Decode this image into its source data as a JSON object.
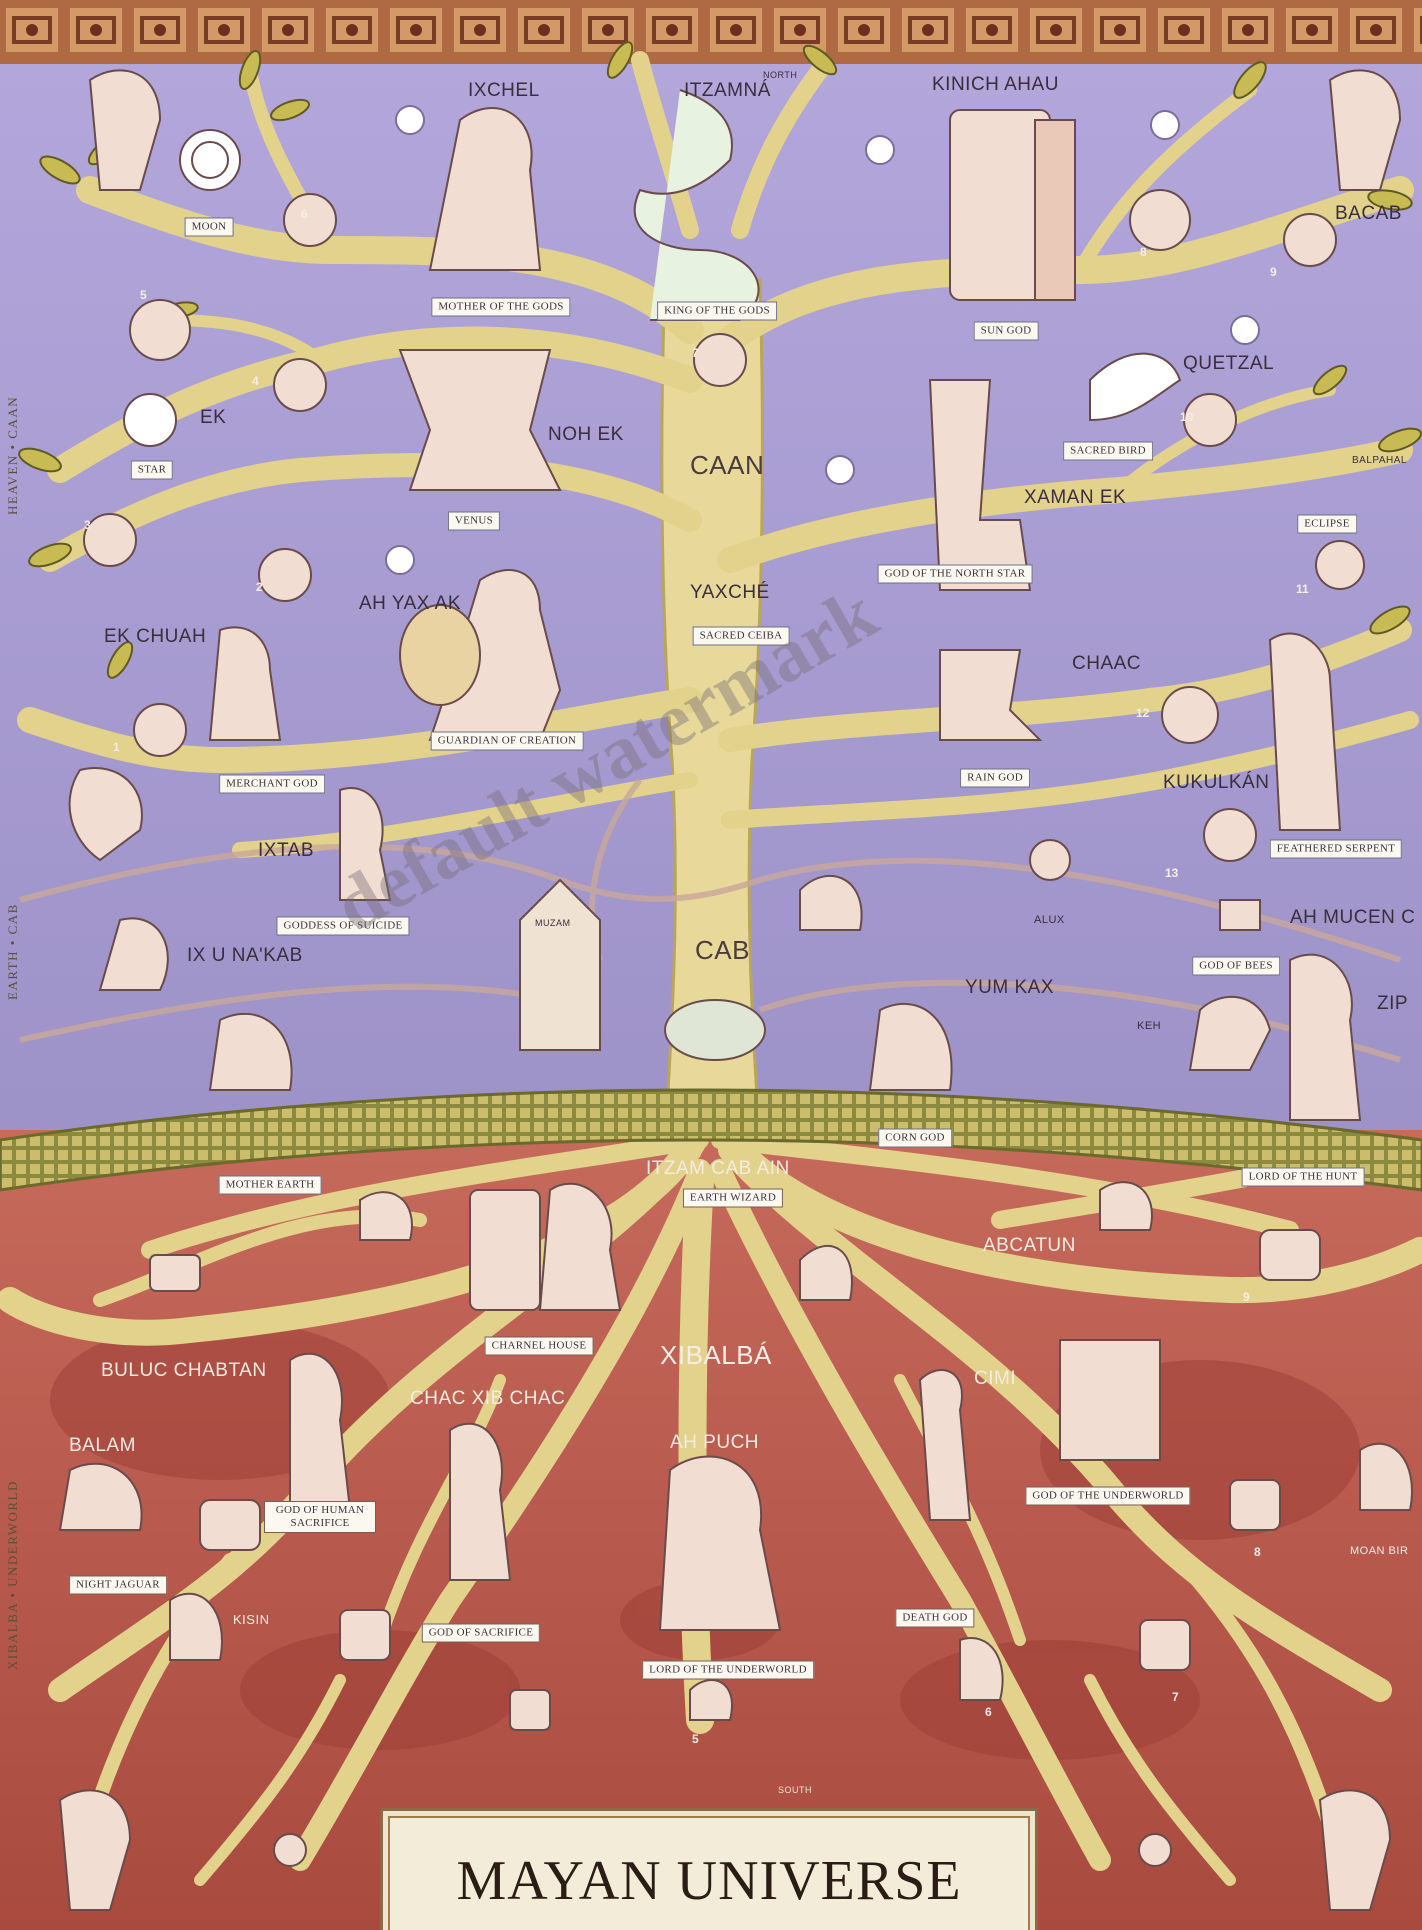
{
  "title": "MAYAN UNIVERSE",
  "watermark": "default watermark",
  "side_labels": [
    "HEAVEN • CAAN",
    "EARTH • CAB",
    "XIBALBA • UNDERWORLD"
  ],
  "compass": {
    "north": "NORTH",
    "south": "SOUTH"
  },
  "realms": {
    "heaven": "CAAN",
    "tree": "YAXCHÉ",
    "earth": "CAB",
    "underworld": "XIBALBÁ"
  },
  "heaven": {
    "ixchel": {
      "name": "IXCHEL",
      "label": "MOTHER OF THE GODS"
    },
    "itzamna": {
      "name": "ITZAMNÁ",
      "label": "KING OF THE GODS"
    },
    "kinich_ahau": {
      "name": "KINICH AHAU",
      "label": "SUN GOD"
    },
    "moon": {
      "label": "MOON"
    },
    "bacab": {
      "name": "BACAB"
    },
    "ek": {
      "name": "EK",
      "label": "STAR"
    },
    "noh_ek": {
      "name": "NOH EK",
      "label": "VENUS"
    },
    "quetzal": {
      "name": "QUETZAL",
      "label": "SACRED BIRD"
    },
    "balpahal": {
      "name": "BALPAHAL",
      "label": "ECLIPSE"
    },
    "xaman_ek": {
      "name": "XAMAN EK",
      "label": "GOD OF THE NORTH STAR"
    },
    "yaxche": {
      "label": "SACRED CEIBA"
    },
    "ah_yax_ak": {
      "name": "AH YAX AK",
      "label": "GUARDIAN OF CREATION"
    },
    "ek_chuah": {
      "name": "EK CHUAH",
      "label": "MERCHANT GOD"
    },
    "chaac": {
      "name": "CHAAC",
      "label": "RAIN GOD"
    },
    "kukulkan": {
      "name": "KUKULKÁN",
      "label": "FEATHERED SERPENT"
    }
  },
  "earth": {
    "ixtab": {
      "name": "IXTAB",
      "label": "GODDESS OF SUICIDE"
    },
    "muzam": {
      "name": "MUZAM"
    },
    "alux": {
      "name": "ALUX"
    },
    "ah_mucen_cab": {
      "name": "AH MUCEN C",
      "label": "GOD OF BEES"
    },
    "ix_u_nakab": {
      "name": "IX U NA'KAB",
      "label": "MOTHER EARTH"
    },
    "yum_kax": {
      "name": "YUM KAX",
      "label": "CORN GOD"
    },
    "keh": {
      "name": "KEH"
    },
    "zip": {
      "name": "ZIP",
      "label": "LORD OF THE HUNT"
    },
    "itzam_cab_ain": {
      "name": "ITZAM CAB AIN",
      "label": "EARTH WIZARD"
    }
  },
  "underworld": {
    "charnel": {
      "label": "CHARNEL HOUSE"
    },
    "abcatun": {
      "name": "ABCATUN"
    },
    "buluc_chabtan": {
      "name": "BULUC CHABTAN",
      "label": "GOD OF HUMAN SACRIFICE"
    },
    "chac_xib_chac": {
      "name": "CHAC XIB CHAC"
    },
    "cimi": {
      "name": "CIMI",
      "label": "GOD OF THE UNDERWORLD"
    },
    "balam": {
      "name": "BALAM",
      "label": "NIGHT JAGUAR"
    },
    "ah_puch": {
      "name": "AH PUCH",
      "label": "LORD OF THE UNDERWORLD"
    },
    "kisin": {
      "name": "KISIN",
      "label": "GOD OF SACRIFICE"
    },
    "death_god": {
      "label": "DEATH GOD"
    },
    "moan": {
      "name": "MOAN BIR"
    }
  },
  "level_numbers_heaven": [
    "1",
    "2",
    "3",
    "4",
    "5",
    "6",
    "7",
    "8",
    "9",
    "10",
    "11",
    "12",
    "13"
  ],
  "level_numbers_underworld": [
    "5",
    "6",
    "7",
    "8",
    "9"
  ],
  "colors": {
    "heaven": "#a59ad0",
    "underworld": "#b8574a",
    "tree": "#e8d99a",
    "border": "#9a5a3c"
  }
}
